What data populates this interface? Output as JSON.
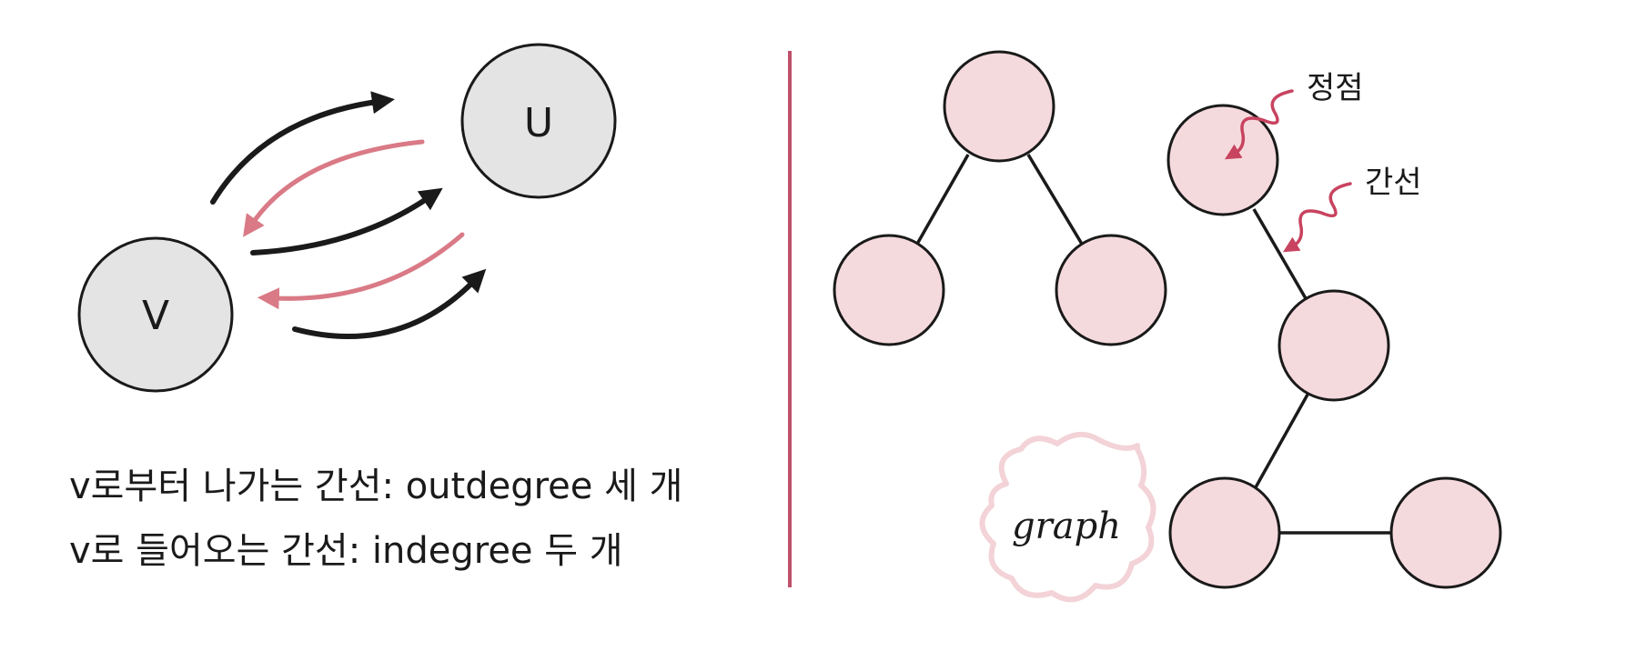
{
  "left_panel": {
    "node_u_label": "U",
    "node_v_label": "V",
    "caption_outdegree": "v로부터 나가는 간선: outdegree 세 개",
    "caption_indegree": "v로 들어오는 간선: indegree 두 개"
  },
  "right_panel": {
    "vertex_annotation": "정점",
    "edge_annotation": "간선",
    "cloud_label": "graph"
  },
  "colors": {
    "outgoing_arrow": "#1a1a1a",
    "incoming_arrow": "#d97a86",
    "divider": "#c0506a",
    "directed_node_fill": "#e4e4e4",
    "graph_node_fill": "#f5dadd",
    "annotation_arrow": "#c8435f",
    "cloud_stroke": "#f3d3d7"
  }
}
